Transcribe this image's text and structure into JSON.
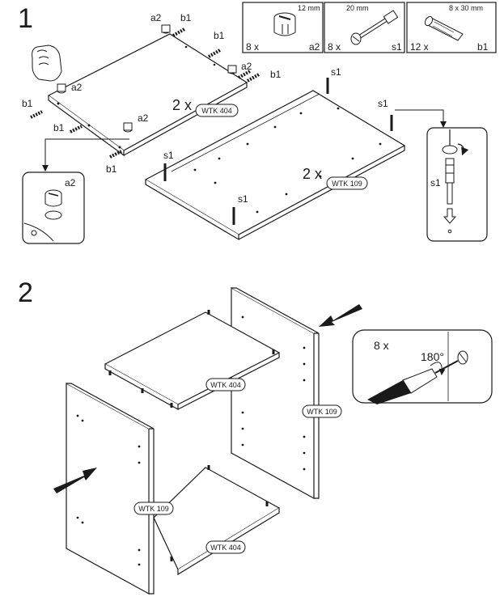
{
  "steps": {
    "step1": "1",
    "step2": "2"
  },
  "hardware_box": [
    {
      "count": "8 x",
      "size": "12 mm",
      "code": "a2",
      "icon": "cam-lock-icon"
    },
    {
      "count": "8 x",
      "size": "20 mm",
      "code": "s1",
      "icon": "cam-bolt-icon"
    },
    {
      "count": "12 x",
      "size": "8 x 30 mm",
      "code": "b1",
      "icon": "wood-dowel-icon"
    }
  ],
  "step1": {
    "panel_a": {
      "qty": "2 x",
      "part": "WTK 404"
    },
    "panel_b": {
      "qty": "2 x",
      "part": "WTK 109"
    },
    "label_a2": "a2",
    "label_b1": "b1",
    "label_s1": "s1",
    "detail_a2": "a2",
    "detail_s1": "s1"
  },
  "step2": {
    "top_panel": "WTK 404",
    "right_panel": "WTK 109",
    "left_panel": "WTK 109",
    "bottom_panel": "WTK 404",
    "detail_qty": "8 x",
    "detail_angle": "180°"
  }
}
